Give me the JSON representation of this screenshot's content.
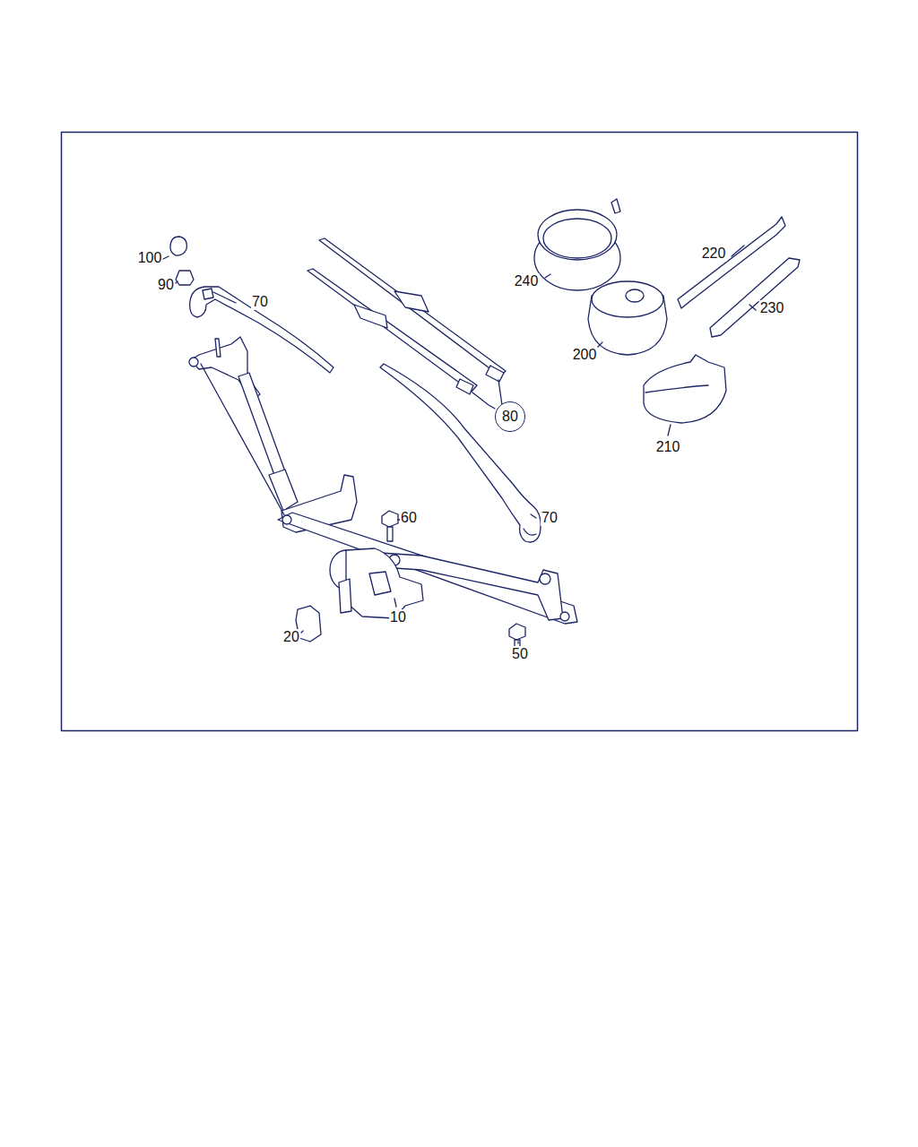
{
  "diagram": {
    "nodes": [
      {
        "text": [
          "80"
        ]
      }
    ],
    "labels": [
      "100",
      "90",
      "70",
      "240",
      "220",
      "230",
      "200",
      "210",
      "60",
      "70",
      "10",
      "20",
      "50"
    ]
  }
}
